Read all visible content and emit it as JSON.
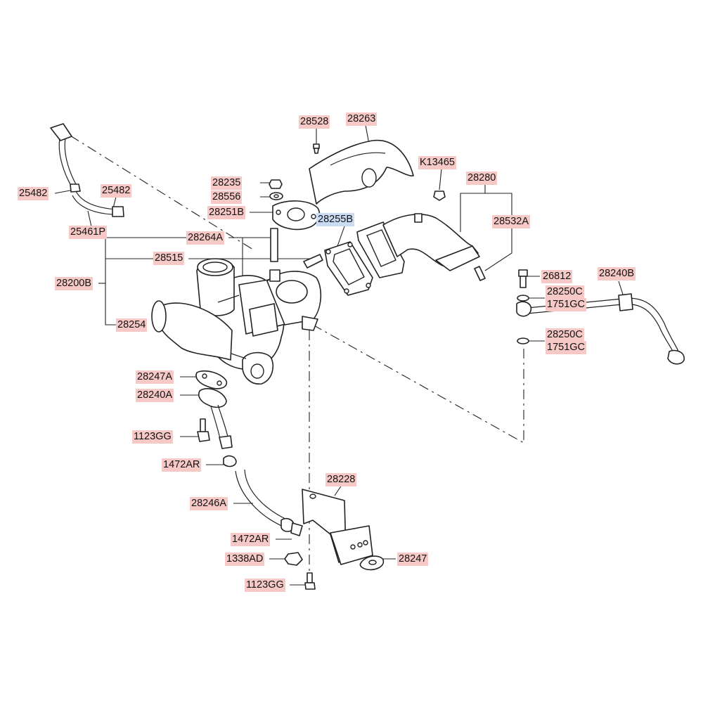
{
  "colors": {
    "label_bg": "#f7c9c6",
    "highlight_bg": "#c9dcf3",
    "line": "#222222"
  },
  "labels": {
    "p28528": "28528",
    "p28263": "28263",
    "pK13465": "K13465",
    "p28235": "28235",
    "p28556": "28556",
    "p28251B": "28251B",
    "p28280": "28280",
    "p28255B": "28255B",
    "p28532A": "28532A",
    "p25482_left": "25482",
    "p25482_right": "25482",
    "p25461P": "25461P",
    "p28264A": "28264A",
    "p28515": "28515",
    "p28200B": "28200B",
    "p28254": "28254",
    "p26812": "26812",
    "p28240B": "28240B",
    "p28250C_upper": "28250C",
    "p1751GC_upper": "1751GC",
    "p28250C_lower": "28250C",
    "p1751GC_lower": "1751GC",
    "p28247A": "28247A",
    "p28240A": "28240A",
    "p1123GG_upper": "1123GG",
    "p1472AR_upper": "1472AR",
    "p28228": "28228",
    "p28246A": "28246A",
    "p1472AR_lower": "1472AR",
    "p1338AD": "1338AD",
    "p28247": "28247",
    "p1123GG_lower": "1123GG"
  }
}
